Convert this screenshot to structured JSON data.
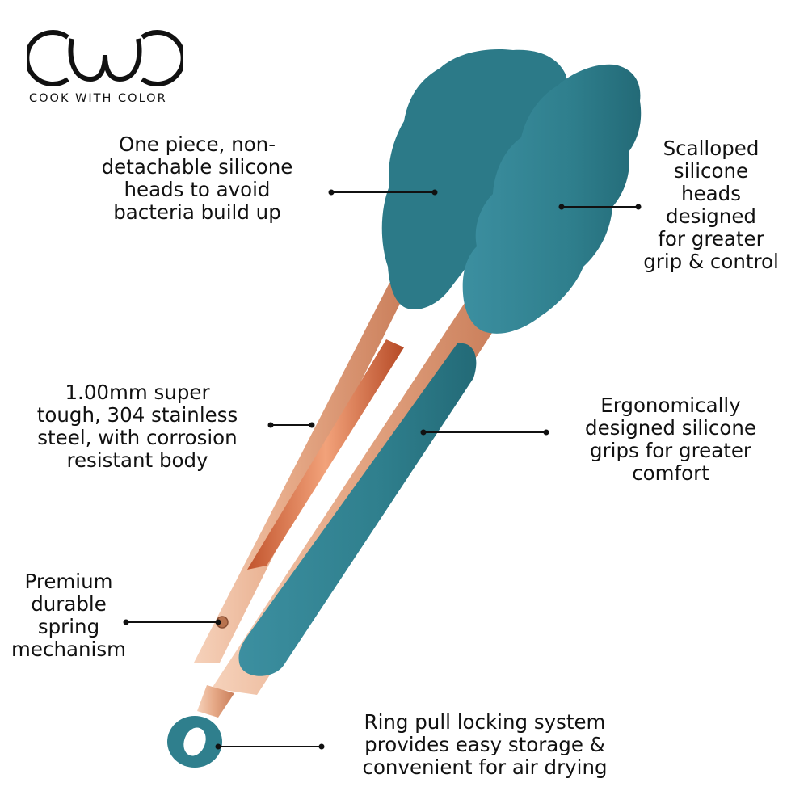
{
  "brand": {
    "logo_text": "CWC",
    "tagline": "COOK WITH COLOR",
    "colors": {
      "teal": "#2f7f8d",
      "rose_gold": "#e3a27c",
      "ink": "#111111"
    }
  },
  "product": {
    "name": "silicone-tipped kitchen tongs",
    "color": "teal",
    "metal_finish": "rose gold"
  },
  "callouts": {
    "heads": [
      "One piece, non-",
      "detachable silicone",
      "heads to avoid",
      "bacteria build up"
    ],
    "scalloped": [
      "Scalloped",
      "silicone",
      "heads",
      "designed",
      "for greater",
      "grip & control"
    ],
    "steel": [
      "1.00mm super",
      "tough, 304 stainless",
      "steel, with corrosion",
      "resistant body"
    ],
    "grips": [
      "Ergonomically",
      "designed silicone",
      "grips for greater",
      "comfort"
    ],
    "spring": [
      "Premium",
      "durable",
      "spring",
      "mechanism"
    ],
    "ring": [
      "Ring pull locking system",
      "provides easy storage &",
      "convenient for air drying"
    ]
  }
}
